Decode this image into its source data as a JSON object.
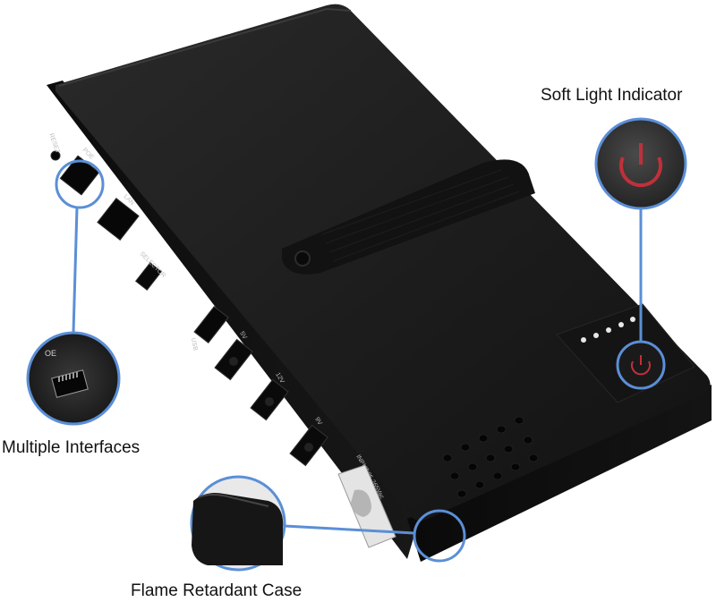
{
  "callouts": {
    "soft_light_indicator": "Soft Light Indicator",
    "multiple_interfaces": "Multiple Interfaces",
    "flame_retardant_case": "Flame Retardant Case"
  },
  "port_labels": {
    "reset": "RESET",
    "poe": "POE",
    "lan": "LAN",
    "selector": "SELECTOR",
    "usb": "USB",
    "v5": "5V",
    "v12": "12V",
    "v9": "9V",
    "input": "INPUT:85-265Vac",
    "poe_zoom": "OE"
  },
  "battery_leds": 5,
  "colors": {
    "device_body": "#1b1b1b",
    "device_top": "#222222",
    "callout_ring": "#5b8fd6",
    "power_icon": "#c0303a",
    "label_text": "#111111"
  },
  "icons": {
    "power": "power-icon"
  }
}
